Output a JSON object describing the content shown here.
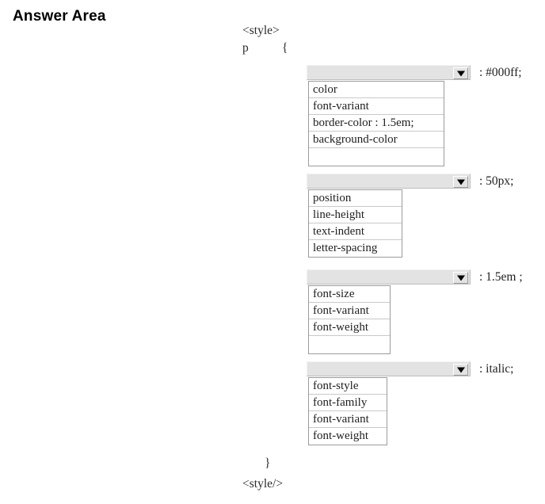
{
  "page": {
    "title": "Answer Area"
  },
  "code": {
    "style_open": "<style>",
    "selector": "p",
    "brace_open": "{",
    "brace_close": "}",
    "style_close": "<style/>"
  },
  "dropdowns": [
    {
      "name": "property-dropdown-1",
      "selected_value": "",
      "value_text": ": #000ff;",
      "options": [
        "color",
        "font-variant",
        "border-color : 1.5em;",
        "background-color"
      ]
    },
    {
      "name": "property-dropdown-2",
      "selected_value": "",
      "value_text": ": 50px;",
      "options": [
        "position",
        "line-height",
        "text-indent",
        "letter-spacing"
      ]
    },
    {
      "name": "property-dropdown-3",
      "selected_value": "",
      "value_text": ": 1.5em ;",
      "options": [
        "font-size",
        "font-variant",
        "font-weight"
      ]
    },
    {
      "name": "property-dropdown-4",
      "selected_value": "",
      "value_text": ": italic;",
      "options": [
        "font-style",
        "font-family",
        "font-variant",
        "font-weight"
      ]
    }
  ],
  "icons": {
    "dropdown_arrow": "chevron-down-icon"
  },
  "colors": {
    "background": "#ffffff",
    "select_bar": "#e3e3e3",
    "border": "#9c9c9c",
    "text": "#1f1f1f"
  }
}
